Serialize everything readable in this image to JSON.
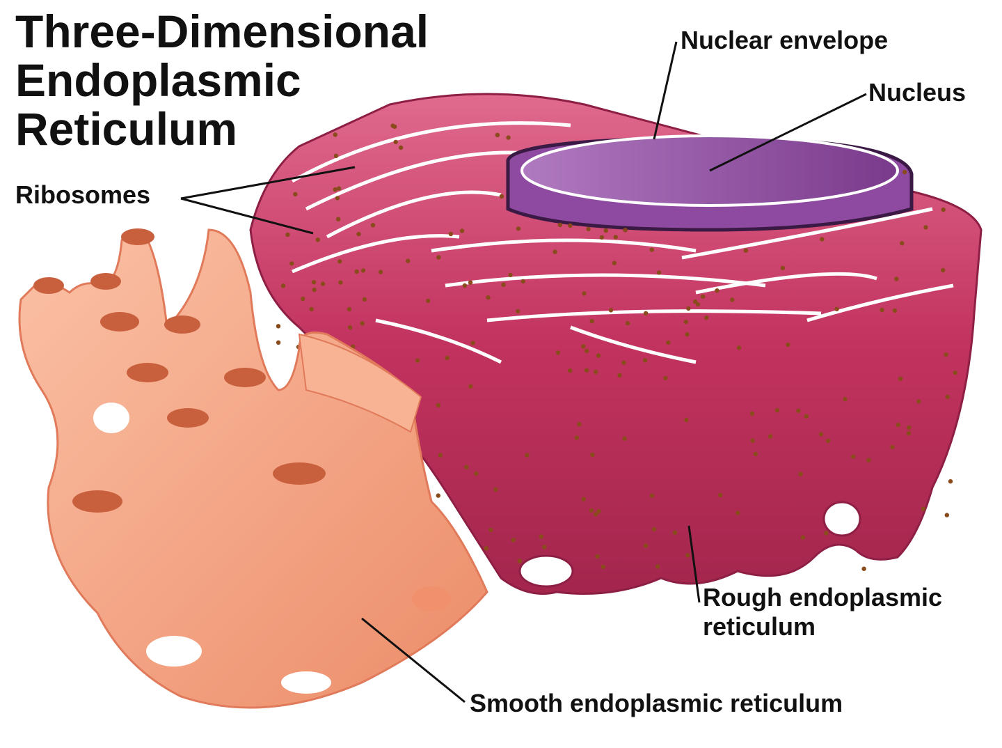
{
  "title": {
    "line1": "Three-Dimensional",
    "line2": "Endoplasmic",
    "line3": "Reticulum"
  },
  "labels": {
    "nuclear_envelope": "Nuclear envelope",
    "nucleus": "Nucleus",
    "ribosomes": "Ribosomes",
    "rough_er_line1": "Rough endoplasmic",
    "rough_er_line2": "reticulum",
    "smooth_er": "Smooth endoplasmic reticulum"
  },
  "colors": {
    "background": "#ffffff",
    "rough_er": "#c2335f",
    "rough_er_dark": "#8e1f44",
    "rough_er_light": "#e06a8e",
    "nucleus": "#8a4a9c",
    "nucleus_light": "#b07ac0",
    "smooth_er": "#f5a585",
    "smooth_er_dark": "#e07a5a",
    "ribosome": "#8a4b1c",
    "text": "#111111"
  }
}
